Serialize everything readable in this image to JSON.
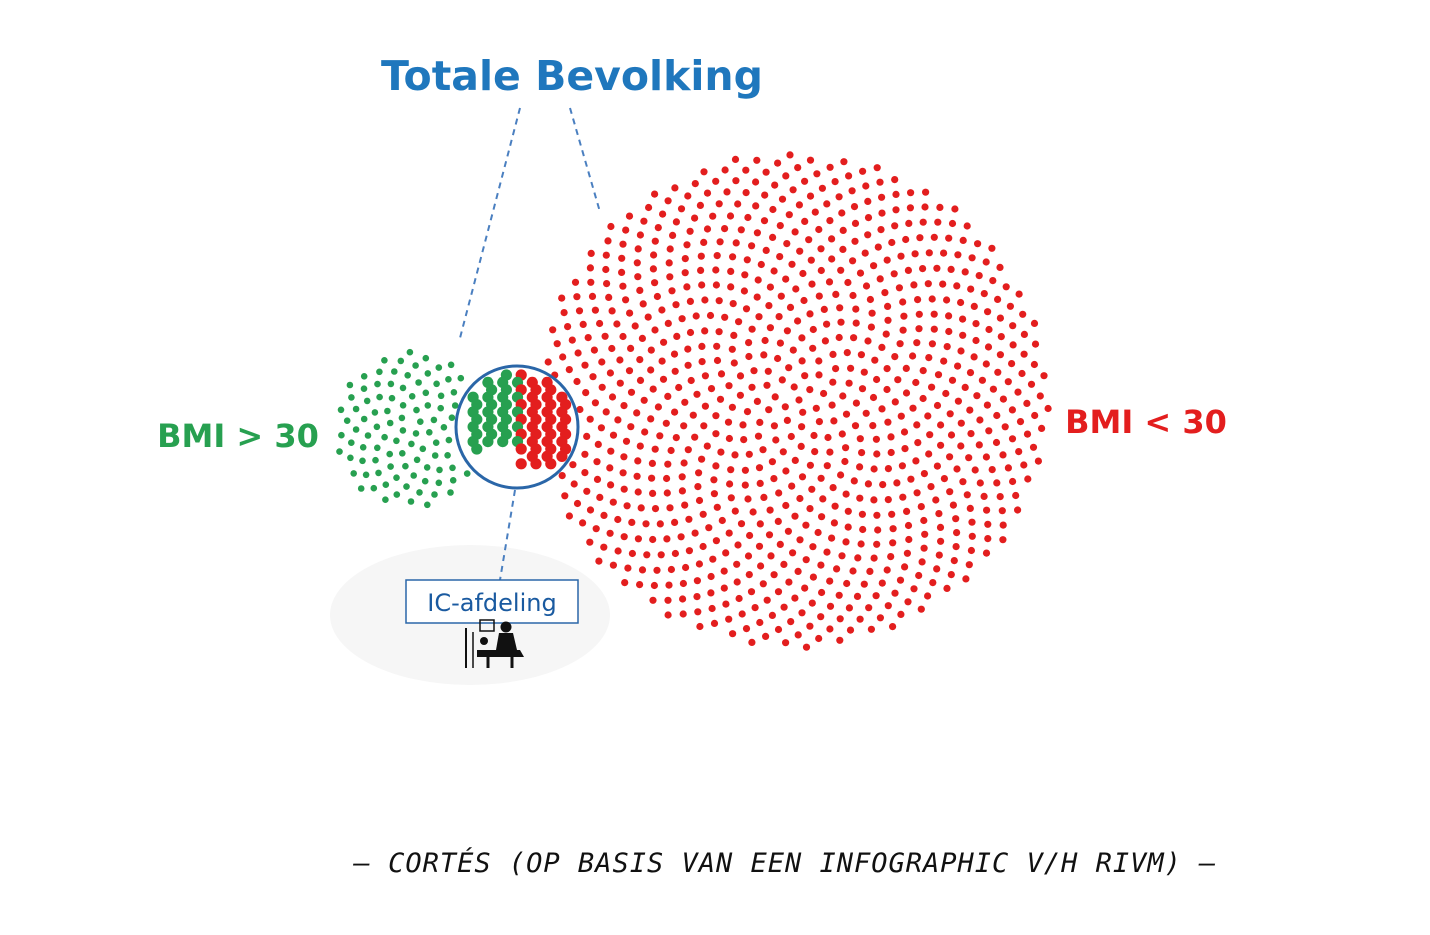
{
  "diagram": {
    "title": "Totale Bevolking",
    "groups": [
      {
        "name": "bmi-high",
        "label": "BMI > 30",
        "color": "#27a050",
        "dot_count": 110
      },
      {
        "name": "bmi-low",
        "label": "BMI < 30",
        "color": "#e31e1e",
        "dot_count": 900
      }
    ],
    "ic_label": "IC-afdeling",
    "ic_mix": {
      "green_dots": 32,
      "red_dots": 40
    },
    "credit": "— CORTÉS (OP BASIS VAN EEN INFOGRAPHIC V/H RIVM) —",
    "colors": {
      "title": "#1f77bd",
      "connector": "#4a7fc0",
      "ic_circle": "#2a66a8",
      "ic_label": "#1a5aa0"
    },
    "icons": [
      "ic-bed-icon"
    ]
  }
}
